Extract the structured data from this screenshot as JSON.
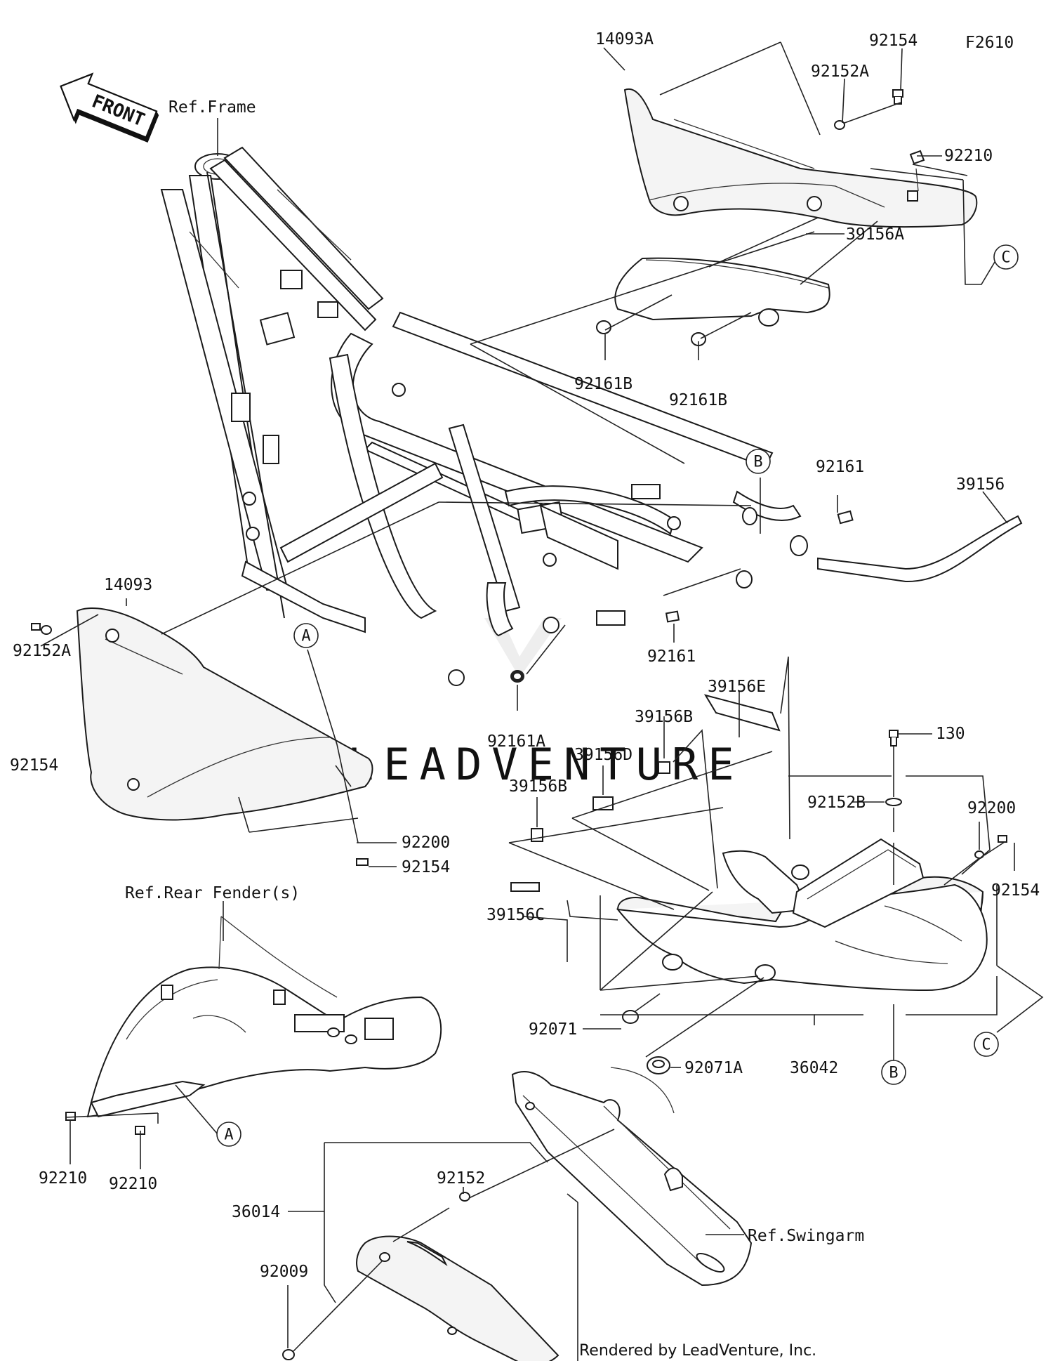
{
  "diagram_id": "F2610",
  "front_arrow_label": "FRONT",
  "watermark": "LEADVENTURE",
  "refs": {
    "frame": "Ref.Frame",
    "rear_fender": "Ref.Rear Fender(s)",
    "swingarm": "Ref.Swingarm"
  },
  "parts": {
    "p14093A": "14093A",
    "p92154_top": "92154",
    "p92152A_top": "92152A",
    "p92210_top": "92210",
    "p39156A": "39156A",
    "p92161B_left": "92161B",
    "p92161B_right": "92161B",
    "p92161_upper": "92161",
    "p39156": "39156",
    "p14093": "14093",
    "p92152A_left": "92152A",
    "p92154_left": "92154",
    "p92161_lower": "92161",
    "p39156E": "39156E",
    "p92161A": "92161A",
    "p39156B_upper": "39156B",
    "p39156D": "39156D",
    "p39156B_lower": "39156B",
    "p130": "130",
    "p92152B": "92152B",
    "p92200_right": "92200",
    "p92154_right": "92154",
    "p92200_left": "92200",
    "p92154_mid": "92154",
    "p39156C": "39156C",
    "p92071": "92071",
    "p92071A": "92071A",
    "p36042": "36042",
    "p92210_left1": "92210",
    "p92210_left2": "92210",
    "p92152": "92152",
    "p36014": "36014",
    "p92009": "92009"
  },
  "callouts": {
    "A": "A",
    "B": "B",
    "C": "C"
  },
  "footer": "Rendered by LeadVenture, Inc."
}
